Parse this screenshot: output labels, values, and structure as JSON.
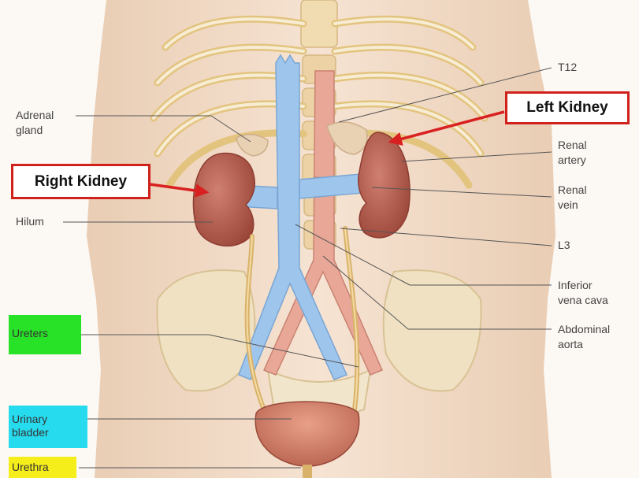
{
  "callouts": {
    "left_kidney": "Left Kidney",
    "right_kidney": "Right Kidney"
  },
  "labels": {
    "t12": "T12",
    "adrenal_gland": {
      "line1": "Adrenal",
      "line2": "gland"
    },
    "renal_artery": {
      "line1": "Renal",
      "line2": "artery"
    },
    "renal_vein": {
      "line1": "Renal",
      "line2": "vein"
    },
    "hilum": "Hilum",
    "l3": "L3",
    "inferior_vena_cava": {
      "line1": "Inferior",
      "line2": "vena cava"
    },
    "abdominal_aorta": {
      "line1": "Abdominal",
      "line2": "aorta"
    }
  },
  "highlighted_labels": {
    "ureters": {
      "text": "Ureters",
      "color": "#27e227"
    },
    "urinary_bladder": {
      "line1": "Urinary",
      "line2": "bladder",
      "color": "#27dbee"
    },
    "urethra": {
      "text": "Urethra",
      "color": "#f5ee1a"
    }
  },
  "colors": {
    "callout_border": "#d0211c",
    "arrow": "#d92020",
    "kidney": "#b5574a",
    "vena_cava": "#9ec5ec",
    "aorta": "#e8a797",
    "bone": "#ecd9ae",
    "skin": "#f2dcc8",
    "leader_line": "#555555"
  }
}
